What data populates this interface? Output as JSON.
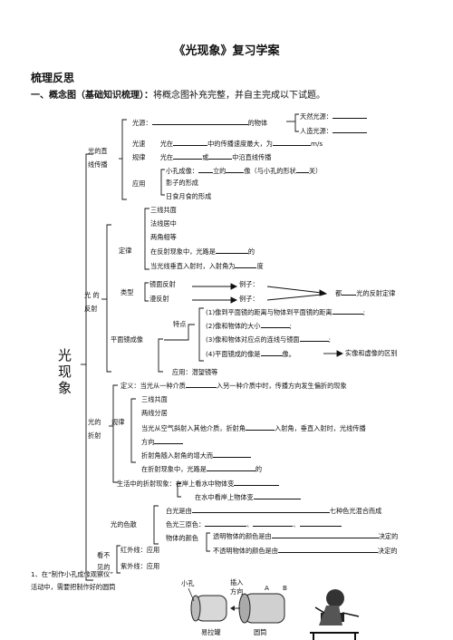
{
  "title": "《光现象》复习学案",
  "section_heading": "梳理反思",
  "item_one_label": "一、概念图（基础知识梳理）：",
  "item_one_text": "将概念图补充完整，并自主完成以下试题。",
  "root_label": [
    "光",
    "现",
    "象"
  ],
  "straight": {
    "label": [
      "光的直",
      "线传播"
    ],
    "source_label": "光源：",
    "source_suffix": "的物体",
    "natural": "天然光源：",
    "artificial": "人造光源：",
    "speed_label": "光速",
    "speed_text_a": "光在",
    "speed_text_b": "中的传播速度最大，为",
    "speed_unit": "m/s",
    "rule_label": "规律",
    "rule_text_a": "光在",
    "rule_text_b": "或",
    "rule_text_c": "中沿直线传播",
    "app_label": "应用",
    "app_1a": "小孔成像：",
    "app_1b": "立的",
    "app_1c": "像（与小孔的形状",
    "app_1d": "关）",
    "app_2": "影子的形成",
    "app_3": "日食月食的形成"
  },
  "reflection": {
    "label": [
      "光 的",
      "反射"
    ],
    "law_label": "定律",
    "law_1": "三线共面",
    "law_2": "法线居中",
    "law_3": "两角相等",
    "law_4a": "在反射现象中，光路是",
    "law_4b": "的",
    "law_5a": "当光线垂直入射时，入射角为",
    "law_5b": "度",
    "type_label": "类型",
    "type_1": "镜面反射",
    "type_2": "漫反射",
    "example": "例子：",
    "type_note_a": "都",
    "type_note_b": "光的反射定律",
    "mirror_label": "平面镜成像",
    "feature_label": "特点",
    "feat_1a": "(1)像到平面镜的距离与物体到平面镜的距离",
    "feat_2a": "(2)像和物体的大小",
    "feat_3a": "(3)像和物体对应点的连线与镜面",
    "feat_4a": "(4)平面镜成的像是",
    "feat_4b": "像。",
    "feat_4c": "实像和虚像的区别",
    "mirror_app": "应用：潜望镜等"
  },
  "refraction": {
    "label": [
      "光的",
      "折射"
    ],
    "def": "定义：当光从一种介质",
    "def_b": "入另一种介质中时，传播方向发生偏折的现象",
    "rule_label": "规律",
    "r1": "三线共面",
    "r2": "两线分居",
    "r3a": "当光从空气斜射入其他介质，折射角",
    "r3b": "入射角，垂直入射时，光线传播",
    "r3c": "方向",
    "r4a": "折射角随入射角的增大而",
    "r5a": "在折射现象中，光路是",
    "r5b": "的",
    "life_a": "生活中的折射现象：在岸上看水中物体变",
    "life_b": "在水中看岸上物体变"
  },
  "color": {
    "label": "光的色散",
    "white_a": "白光是由",
    "white_b": "七种色光混合而成",
    "primary_a": "色光三原色：",
    "sep": "、",
    "object_label": "物体的颜色",
    "obj_1a": "透明物体的颜色是由",
    "obj_1b": "决定的",
    "obj_2a": "不透明物体的颜色是由",
    "obj_2b": "决定的"
  },
  "invisible": {
    "label_a": "看不",
    "label_b": "见的",
    "ir": "红外线：应用",
    "uv": "紫外线：应用"
  },
  "question_1a": "1、在“制作小孔成像观察仪”",
  "question_1b": "活动中，需要把制作好的圆筒",
  "figure": {
    "hole": "小孔",
    "insert_a": "插入",
    "insert_b": "方向",
    "a": "A",
    "b": "B",
    "can": "易拉罐",
    "tube": "圆筒"
  }
}
